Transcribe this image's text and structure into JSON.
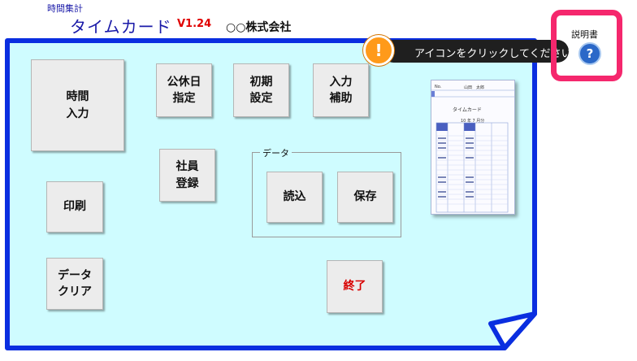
{
  "header": {
    "subtitle": "時間集計",
    "title": "タイムカード",
    "version": "V1.24",
    "company": "○○株式会社"
  },
  "buttons": {
    "time_input": "時間\n入力",
    "holiday_setting": "公休日\n指定",
    "initial_setting": "初期\n設定",
    "input_assist": "入力\n補助",
    "employee_register": "社員\n登録",
    "print": "印刷",
    "data_clear": "データ\nクリア",
    "exit": "終了"
  },
  "data_group": {
    "label": "データ",
    "load": "読込",
    "save": "保存"
  },
  "callout": {
    "text": "アイコンをクリックしてください。",
    "badge": "!"
  },
  "help": {
    "label": "説明書",
    "icon": "?"
  },
  "time_card": {
    "no": "No.",
    "name": "山田　太郎",
    "title": "タイムカード",
    "date": "10 年 7 月分"
  },
  "colors": {
    "panel_fill": "#cffcff",
    "panel_border": "#0a2ee0",
    "highlight": "#f5276d",
    "title_text": "#1a1aa8",
    "exit_text": "#d80000"
  },
  "icons": [
    "warning-icon",
    "help-question-icon"
  ]
}
